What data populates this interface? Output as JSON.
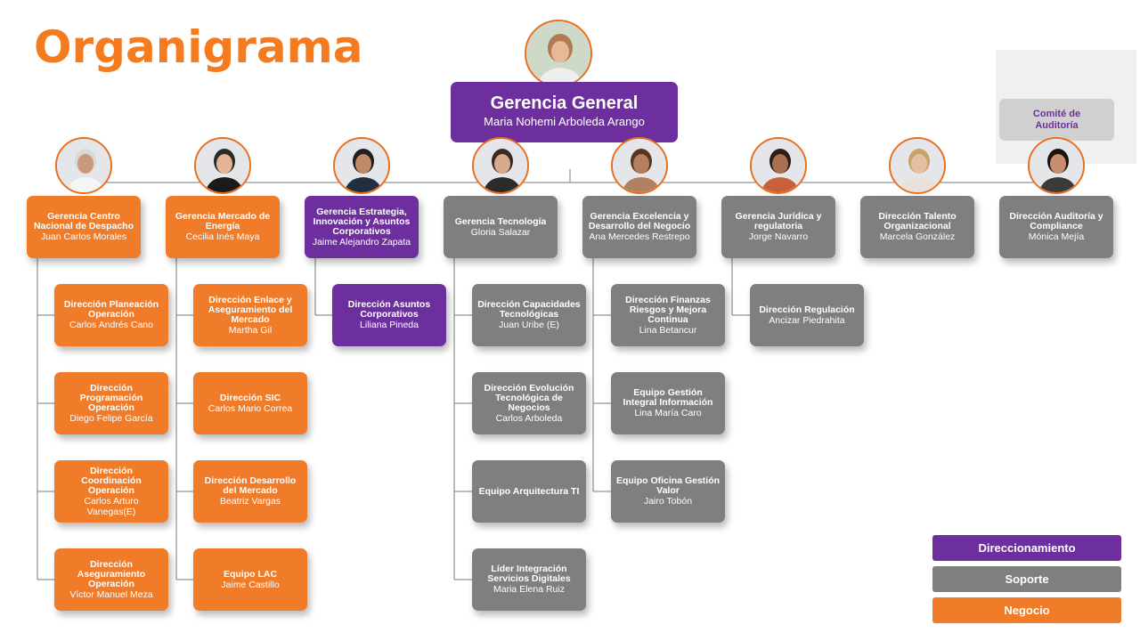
{
  "title": "Organigrama",
  "colors": {
    "orange": "#f07c2a",
    "gray": "#7f7f7f",
    "purple": "#6e2f9e"
  },
  "general": {
    "title": "Gerencia General",
    "name": "Maria Nohemi Arboleda Arango"
  },
  "committee": {
    "line1": "Comité de",
    "line2": "Auditoría"
  },
  "gerencias": [
    {
      "title": "Gerencia Centro Nacional de Despacho",
      "name": "Juan Carlos Morales",
      "type": "orange",
      "children": [
        {
          "title": "Dirección Planeación Operación",
          "name": "Carlos Andrés Cano"
        },
        {
          "title": "Dirección Programación Operación",
          "name": "Diego Felipe García"
        },
        {
          "title": "Dirección Coordinación Operación",
          "name": "Carlos Arturo Vanegas(E)"
        },
        {
          "title": "Dirección Aseguramiento Operación",
          "name": "Víctor Manuel Meza"
        }
      ]
    },
    {
      "title": "Gerencia Mercado de Energía",
      "name": "Cecilia Inés Maya",
      "type": "orange",
      "children": [
        {
          "title": "Dirección Enlace y Aseguramiento del Mercado",
          "name": "Martha Gil"
        },
        {
          "title": "Dirección SIC",
          "name": "Carlos Mario Correa"
        },
        {
          "title": "Dirección Desarrollo del Mercado",
          "name": "Beatriz Vargas"
        },
        {
          "title": "Equipo LAC",
          "name": "Jaime Castillo"
        }
      ]
    },
    {
      "title": "Gerencia Estrategia, Innovación y Asuntos Corporativos",
      "name": "Jaime Alejandro Zapata",
      "type": "purple",
      "children": [
        {
          "title": "Dirección Asuntos Corporativos",
          "name": "Liliana Pineda"
        }
      ]
    },
    {
      "title": "Gerencia Tecnología",
      "name": "Gloria Salazar",
      "type": "gray",
      "children": [
        {
          "title": "Dirección Capacidades Tecnológicas",
          "name": "Juan Uribe (E)"
        },
        {
          "title": "Dirección Evolución Tecnológica de Negocios",
          "name": "Carlos Arboleda"
        },
        {
          "title": "Equipo Arquitectura TI",
          "name": ""
        },
        {
          "title": "Líder Integración Servicios Digitales",
          "name": "Maria Elena Ruiz"
        }
      ]
    },
    {
      "title": "Gerencia Excelencia y Desarrollo del Negocio",
      "name": "Ana Mercedes Restrepo",
      "type": "gray",
      "children": [
        {
          "title": "Dirección Finanzas Riesgos y Mejora Continua",
          "name": "Lina Betancur"
        },
        {
          "title": "Equipo Gestión Integral Información",
          "name": "Lina María Caro"
        },
        {
          "title": "Equipo Oficina Gestión Valor",
          "name": "Jairo Tobón"
        }
      ]
    },
    {
      "title": "Gerencia Jurídica y regulatoria",
      "name": "Jorge Navarro",
      "type": "gray",
      "children": [
        {
          "title": "Dirección Regulación",
          "name": "Ancizar Piedrahita"
        }
      ]
    },
    {
      "title": "Dirección Talento Organizacional",
      "name": "Marcela González",
      "type": "gray",
      "children": []
    },
    {
      "title": "Dirección Auditoría y Compliance",
      "name": "Mónica Mejía",
      "type": "gray",
      "children": []
    }
  ],
  "legend": [
    {
      "label": "Direccionamiento",
      "color": "#6e2f9e"
    },
    {
      "label": "Soporte",
      "color": "#7f7f7f"
    },
    {
      "label": "Negocio",
      "color": "#f07c2a"
    }
  ]
}
